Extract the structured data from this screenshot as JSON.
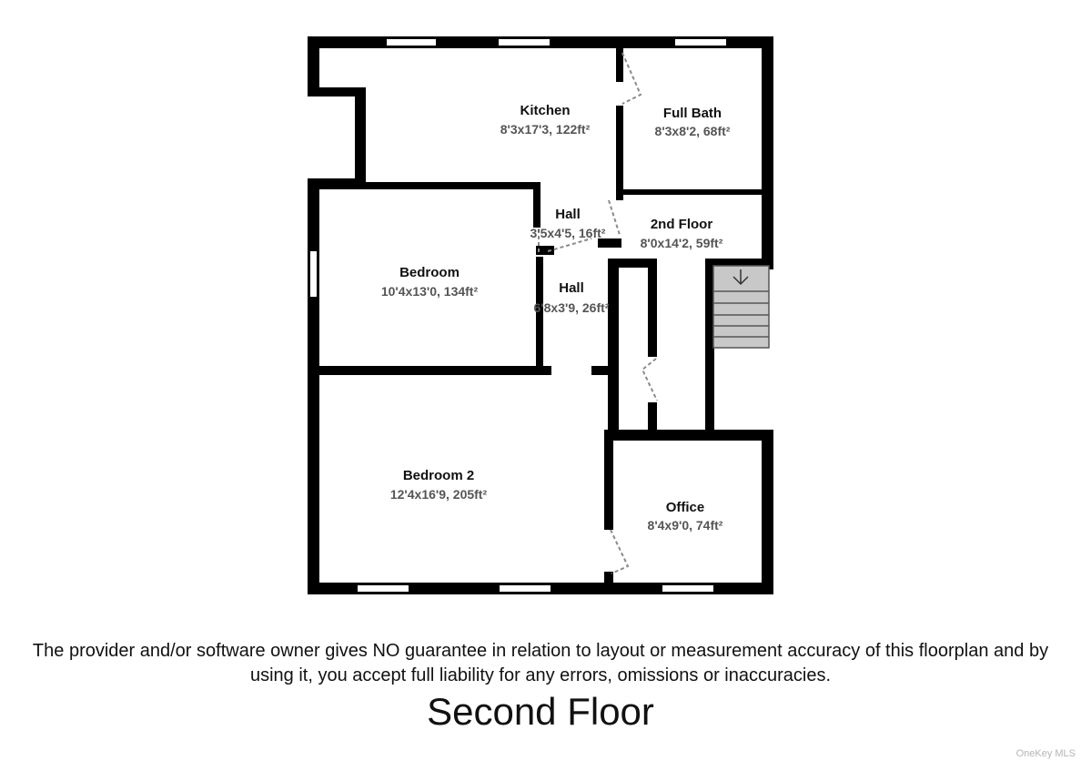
{
  "rooms": [
    {
      "id": "kitchen",
      "name": "Kitchen",
      "dimensions": "8'3x17'3, 122ft²"
    },
    {
      "id": "full-bath",
      "name": "Full Bath",
      "dimensions": "8'3x8'2, 68ft²"
    },
    {
      "id": "hall-1",
      "name": "Hall",
      "dimensions": "3'5x4'5, 16ft²"
    },
    {
      "id": "second-floor",
      "name": "2nd Floor",
      "dimensions": "8'0x14'2, 59ft²"
    },
    {
      "id": "bedroom",
      "name": "Bedroom",
      "dimensions": "10'4x13'0, 134ft²"
    },
    {
      "id": "hall-2",
      "name": "Hall",
      "dimensions": "6'8x3'9, 26ft²"
    },
    {
      "id": "bedroom-2",
      "name": "Bedroom 2",
      "dimensions": "12'4x16'9, 205ft²"
    },
    {
      "id": "office",
      "name": "Office",
      "dimensions": "8'4x9'0, 74ft²"
    }
  ],
  "disclaimer": "The provider and/or software owner gives NO guarantee in relation to layout or measurement accuracy of this floorplan and by using it, you accept full liability for any errors, omissions or inaccuracies.",
  "floor_title": "Second Floor",
  "watermark": "OneKey MLS",
  "colors": {
    "wall": "#000000",
    "stairs": "#c8c8c8",
    "dimension_text": "#555555"
  },
  "icons": {
    "stairs": "stairs-down-arrow-icon"
  }
}
